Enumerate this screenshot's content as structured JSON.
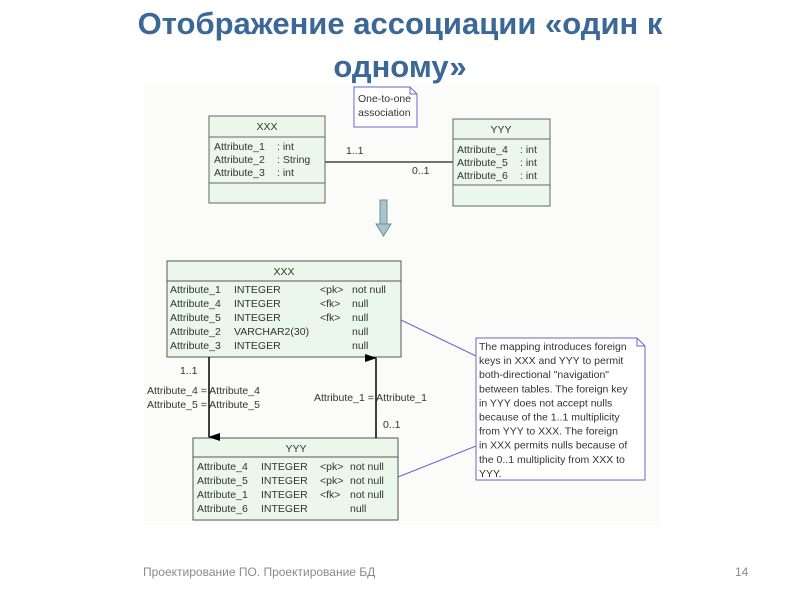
{
  "title": {
    "line1": "Отображение ассоциации «один к",
    "line2": "одному»"
  },
  "uml": {
    "note": {
      "line1": "One-to-one",
      "line2": "association"
    },
    "xxx": {
      "name": "XXX",
      "attributes": [
        {
          "name": "Attribute_1",
          "type": ": int"
        },
        {
          "name": "Attribute_2",
          "type": ": String"
        },
        {
          "name": "Attribute_3",
          "type": ": int"
        }
      ]
    },
    "yyy": {
      "name": "YYY",
      "attributes": [
        {
          "name": "Attribute_4",
          "type": ": int"
        },
        {
          "name": "Attribute_5",
          "type": ": int"
        },
        {
          "name": "Attribute_6",
          "type": ": int"
        }
      ]
    },
    "mult_left": "1..1",
    "mult_right": "0..1"
  },
  "tables": {
    "xxx": {
      "name": "XXX",
      "rows": [
        {
          "name": "Attribute_1",
          "type": "INTEGER",
          "key": "<pk>",
          "null": "not null"
        },
        {
          "name": "Attribute_4",
          "type": "INTEGER",
          "key": "<fk>",
          "null": "null"
        },
        {
          "name": "Attribute_5",
          "type": "INTEGER",
          "key": "<fk>",
          "null": "null"
        },
        {
          "name": "Attribute_2",
          "type": "VARCHAR2(30)",
          "key": "",
          "null": "null"
        },
        {
          "name": "Attribute_3",
          "type": "INTEGER",
          "key": "",
          "null": "null"
        }
      ]
    },
    "yyy": {
      "name": "YYY",
      "rows": [
        {
          "name": "Attribute_4",
          "type": "INTEGER",
          "key": "<pk>",
          "null": "not null"
        },
        {
          "name": "Attribute_5",
          "type": "INTEGER",
          "key": "<pk>",
          "null": "not null"
        },
        {
          "name": "Attribute_1",
          "type": "INTEGER",
          "key": "<fk>",
          "null": "not null"
        },
        {
          "name": "Attribute_6",
          "type": "INTEGER",
          "key": "",
          "null": "null"
        }
      ]
    },
    "ref_left": {
      "mult": "1..1",
      "join1": "Attribute_4 = Attribute_4",
      "join2": "Attribute_5 = Attribute_5"
    },
    "ref_right": {
      "mult": "0..1",
      "join": "Attribute_1 = Attribute_1"
    },
    "note": [
      "The mapping introduces foreign",
      " keys in XXX and YYY to permit",
      "both-directional \"navigation\"",
      "between tables. The foreign key",
      "in YYY does not accept nulls",
      "because of the 1..1 multiplicity",
      "from YYY to XXX. The foreign",
      "in XXX permits nulls because of",
      "the 0..1 multiplicity from XXX to",
      " YYY."
    ]
  },
  "footer": {
    "text": "Проектирование ПО. Проектирование БД",
    "page": "14"
  }
}
